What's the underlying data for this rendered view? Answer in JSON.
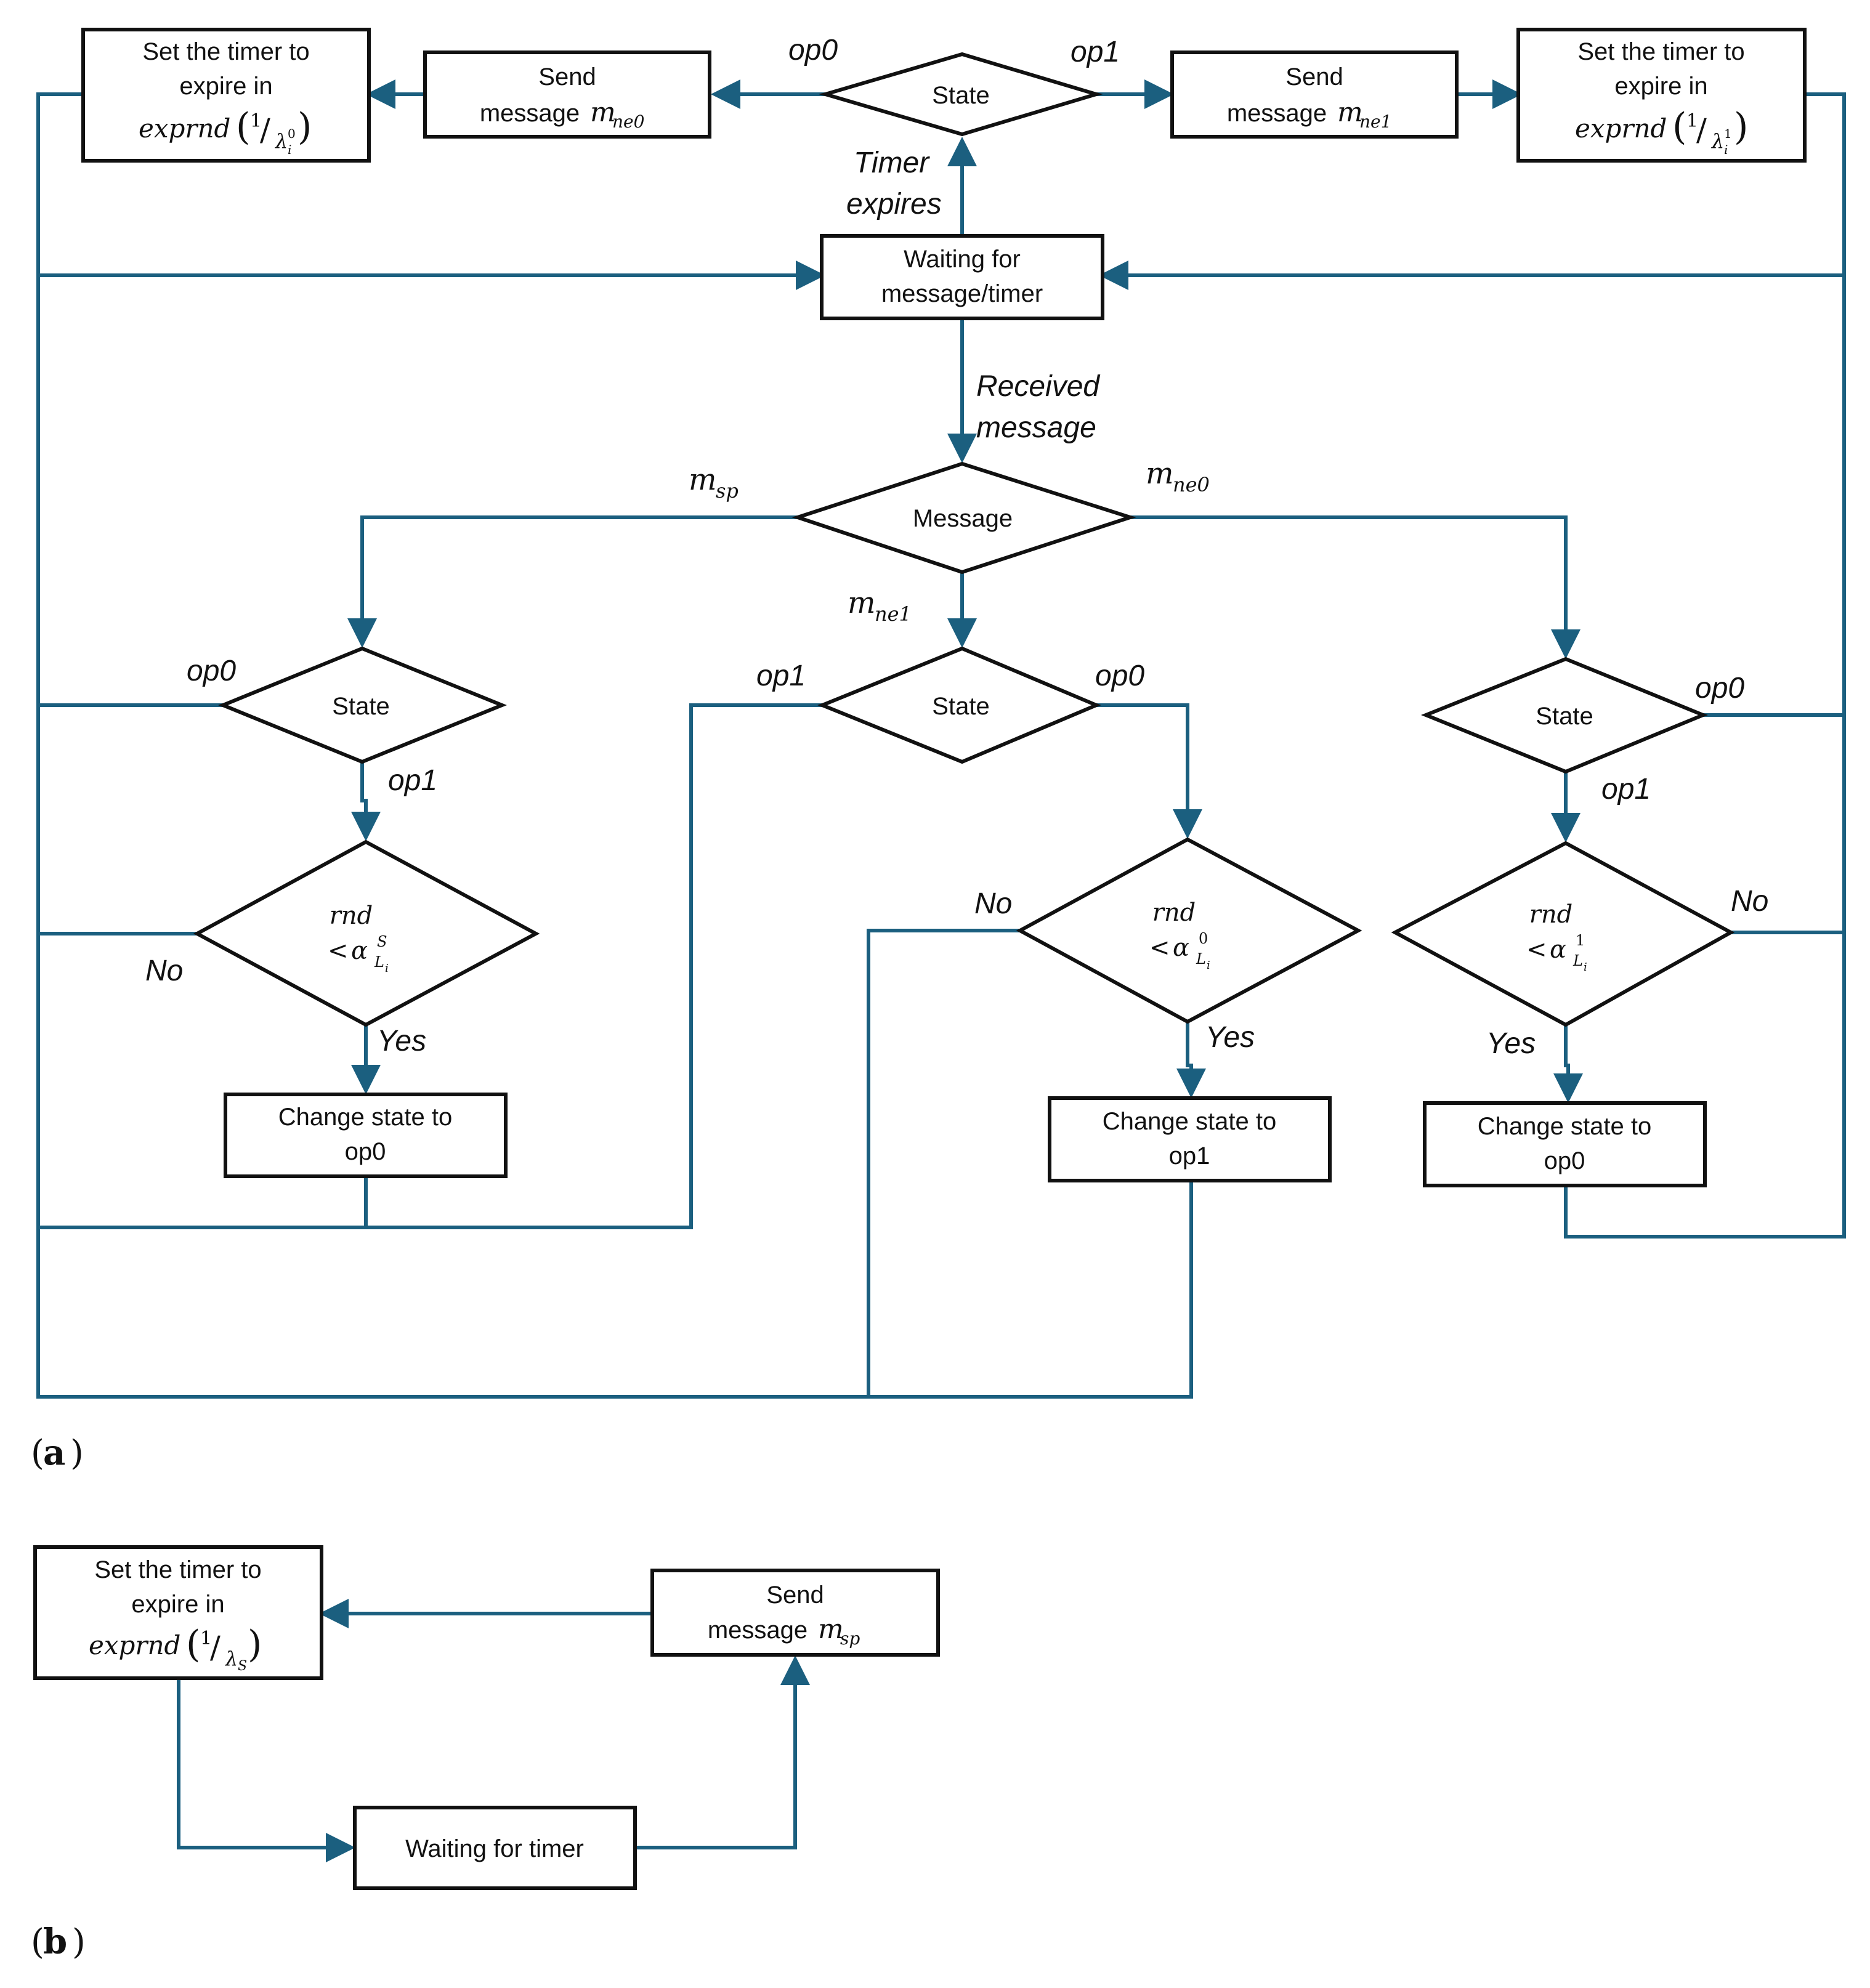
{
  "colors": {
    "line": "#1b5f7f",
    "box_border": "#111111",
    "text": "#111111"
  },
  "panel_a": {
    "label_open": "(",
    "label_letter": "a",
    "label_close": ")",
    "timer0": {
      "line1": "Set the timer to",
      "line2": "expire in",
      "fn": "exprnd",
      "sup0": "0"
    },
    "timer1": {
      "line1": "Set the timer to",
      "line2": "expire in",
      "fn": "exprnd",
      "sup1": "1"
    },
    "send0": {
      "line1": "Send",
      "line2": "message",
      "sym": "m",
      "sub": "ne0"
    },
    "send1": {
      "line1": "Send",
      "line2": "message",
      "sym": "m",
      "sub": "ne1"
    },
    "state_top": "State",
    "edge_op0_top": "op0",
    "edge_op1_top": "op1",
    "timer_expires_1": "Timer",
    "timer_expires_2": "expires",
    "waiting_1": "Waiting for",
    "waiting_2": "message/timer",
    "received_1": "Received",
    "received_2": "message",
    "message": "Message",
    "edge_msp": {
      "sym": "m",
      "sub": "sp"
    },
    "edge_mne0": {
      "sym": "m",
      "sub": "ne0"
    },
    "edge_mne1": {
      "sym": "m",
      "sub": "ne1"
    },
    "state_left": "State",
    "state_mid": "State",
    "state_right": "State",
    "left_op0": "op0",
    "left_op1": "op1",
    "mid_op1": "op1",
    "mid_op0": "op0",
    "right_op0": "op0",
    "right_op1": "op1",
    "rnd_left": {
      "rnd": "rnd",
      "lt": "<",
      "alpha": "α",
      "sup": "S",
      "sub": "L",
      "subsub": "i"
    },
    "rnd_mid": {
      "rnd": "rnd",
      "lt": "<",
      "alpha": "α",
      "sup": "0",
      "sub": "L",
      "subsub": "i"
    },
    "rnd_right": {
      "rnd": "rnd",
      "lt": "<",
      "alpha": "α",
      "sup": "1",
      "sub": "L",
      "subsub": "i"
    },
    "no_left": "No",
    "yes_left": "Yes",
    "no_mid": "No",
    "yes_mid": "Yes",
    "no_right": "No",
    "yes_right": "Yes",
    "change_left_1": "Change state to",
    "change_left_2": "op0",
    "change_mid_1": "Change state to",
    "change_mid_2": "op1",
    "change_right_1": "Change state to",
    "change_right_2": "op0"
  },
  "panel_b": {
    "label_open": "(",
    "label_letter": "b",
    "label_close": ")",
    "timer": {
      "line1": "Set the timer to",
      "line2": "expire in",
      "fn": "exprnd",
      "lambda_sub": "S"
    },
    "send": {
      "line1": "Send",
      "line2": "message",
      "sym": "m",
      "sub": "sp"
    },
    "waiting": "Waiting for timer"
  }
}
